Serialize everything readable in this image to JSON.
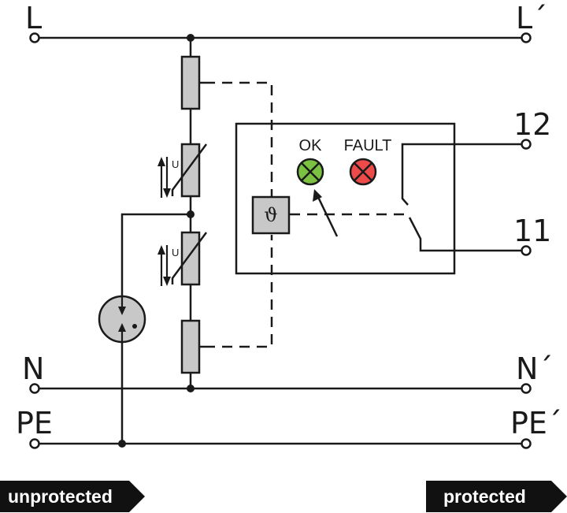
{
  "terminals": {
    "l_in": "L",
    "l_out": "L´",
    "contact_12": "12",
    "contact_11": "11",
    "n_in": "N",
    "n_out": "N´",
    "pe_in": "PE",
    "pe_out": "PE´"
  },
  "indicators": {
    "ok": {
      "label": "OK",
      "color": "#7cc242"
    },
    "fault": {
      "label": "FAULT",
      "color": "#ee4a4a"
    }
  },
  "symbols": {
    "thermal": "ϑ",
    "varistor_upper": "U",
    "varistor_lower": "U"
  },
  "tags": {
    "unprotected": "unprotected",
    "protected": "protected"
  },
  "colors": {
    "component_fill": "#c8c8c8",
    "line": "#1a1a1a",
    "tag_fill": "#111111"
  }
}
